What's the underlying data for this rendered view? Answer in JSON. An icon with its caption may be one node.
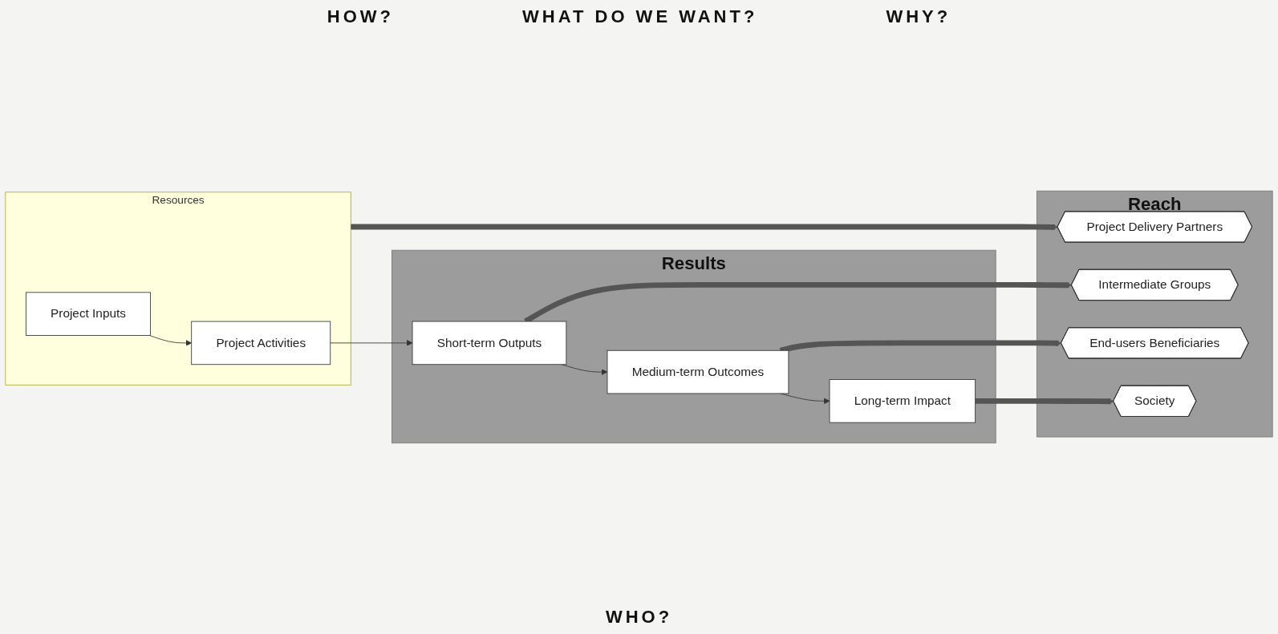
{
  "diagram": {
    "nodes": [
      {
        "text": [
          "Resources"
        ]
      },
      {
        "text": [
          "Project Inputs"
        ],
        "in": 0
      },
      {
        "text": [
          "Project Activities"
        ],
        "in": 0
      },
      {
        "text": [
          "Results"
        ]
      },
      {
        "text": [
          "Short-term Outputs"
        ],
        "in": 3
      },
      {
        "text": [
          "Medium-term Outcomes"
        ],
        "in": 3
      },
      {
        "text": [
          "Long-term Impact"
        ],
        "in": 3
      },
      {
        "text": [
          "Reach"
        ]
      },
      {
        "text": [
          "Project Delivery Partners"
        ],
        "in": 7
      },
      {
        "text": [
          "Intermediate Groups"
        ],
        "in": 7
      },
      {
        "text": [
          "End-users Beneficiaries"
        ],
        "in": 7
      },
      {
        "text": [
          "Society"
        ],
        "in": 7
      }
    ],
    "edges": [
      {
        "from": 1,
        "to": 2,
        "arrow": "to"
      },
      {
        "from": 2,
        "to": 4,
        "arrow": "to"
      },
      {
        "from": 4,
        "to": 5,
        "arrow": "to"
      },
      {
        "from": 5,
        "to": 6,
        "arrow": "to"
      },
      {
        "from": 0,
        "to": 8,
        "arrow": "to",
        "style": "thick",
        "color": "#555555"
      },
      {
        "from": 4,
        "to": 9,
        "arrow": "to",
        "style": "thick",
        "color": "#555555"
      },
      {
        "from": 5,
        "to": 10,
        "arrow": "to",
        "style": "thick",
        "color": "#555555"
      },
      {
        "from": 6,
        "to": 11,
        "arrow": "to",
        "style": "thick",
        "color": "#555555"
      }
    ],
    "labels": [
      "HOW?",
      "WHAT DO WE WANT?",
      "WHY?",
      "WHO?"
    ]
  }
}
